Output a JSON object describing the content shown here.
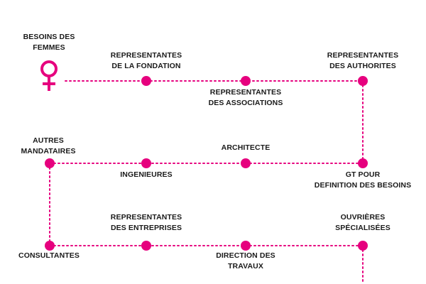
{
  "colors": {
    "accent": "#e6007e",
    "text": "#1a1a1a",
    "background": "#ffffff"
  },
  "start_icon": "female-symbol-icon",
  "labels": {
    "besoins_femmes": "BESOINS DES\nFEMMES",
    "rep_fondation": "REPRESENTANTES\nDE LA FONDATION",
    "rep_associations": "REPRESENTANTES\nDES ASSOCIATIONS",
    "rep_authorites": "REPRESENTANTES\nDES AUTHORITES",
    "autres_mandataires": "AUTRES\nMANDATAIRES",
    "ingenieures": "INGENIEURES",
    "architecte": "ARCHITECTE",
    "gt_besoins": "GT POUR\nDEFINITION DES BESOINS",
    "rep_entreprises": "REPRESENTANTES\nDES ENTREPRISES",
    "ouvrieres": "OUVRIÈRES\nSPÉCIALISÉES",
    "consultantes": "CONSULTANTES",
    "direction_travaux": "DIRECTION DES\nTRAVAUX"
  }
}
